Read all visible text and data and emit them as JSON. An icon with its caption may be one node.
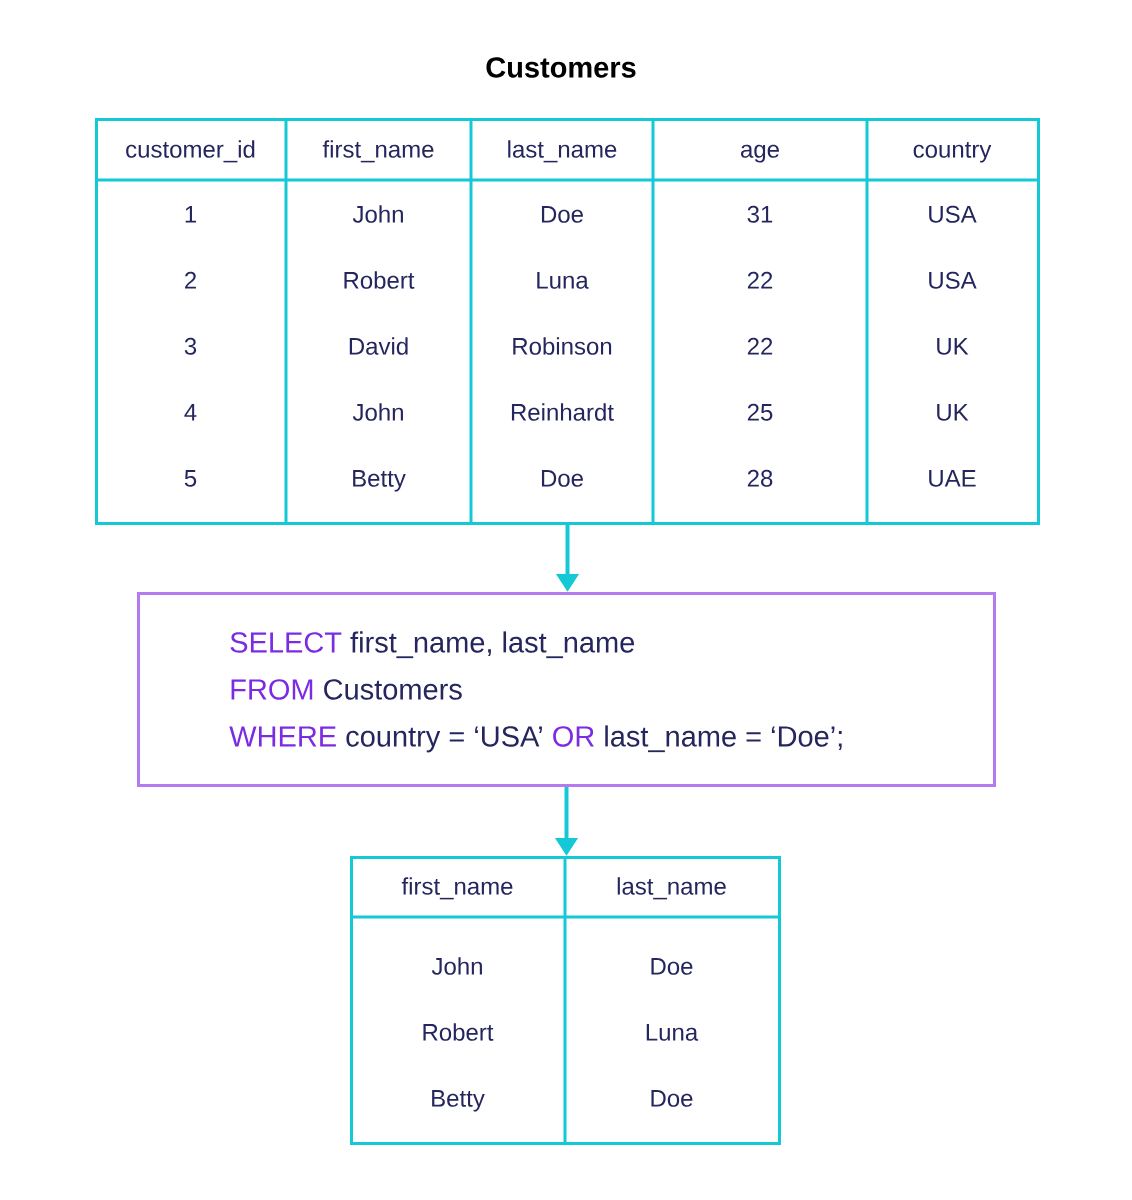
{
  "diagram": {
    "title": "Customers",
    "nodes": [
      {
        "text": [
          "customer_id",
          "first_name",
          "last_name",
          "age",
          "country",
          "1",
          "John",
          "Doe",
          "31",
          "USA",
          "2",
          "Robert",
          "Luna",
          "22",
          "USA",
          "3",
          "David",
          "Robinson",
          "22",
          "UK",
          "4",
          "John",
          "Reinhardt",
          "25",
          "UK",
          "5",
          "Betty",
          "Doe",
          "28",
          "UAE"
        ]
      },
      {
        "text": [
          "SELECT",
          "first_name, last_name",
          "FROM",
          "Customers",
          "WHERE",
          "country = ‘USA’",
          "OR",
          "last_name = ‘Doe’;"
        ]
      },
      {
        "text": [
          "first_name",
          "last_name",
          "John",
          "Doe",
          "Robert",
          "Luna",
          "Betty",
          "Doe"
        ]
      }
    ],
    "edges": [
      {
        "from": 0,
        "to": 1,
        "arrow": "to"
      },
      {
        "from": 1,
        "to": 2,
        "arrow": "to"
      }
    ]
  }
}
